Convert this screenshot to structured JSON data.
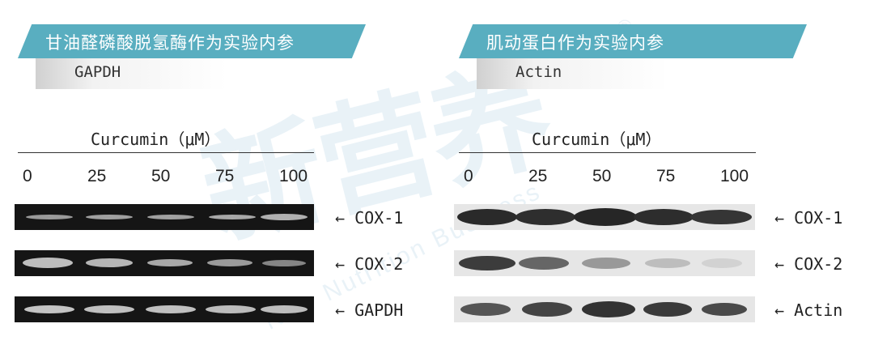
{
  "left": {
    "title": "甘油醛磷酸脱氢酶作为实验内参",
    "control": "GAPDH",
    "axis_label": "Curcumin（μM）",
    "concentrations": [
      "0",
      "25",
      "50",
      "75",
      "100"
    ],
    "row_labels": [
      "← COX-1",
      "← COX-2",
      "← GAPDH"
    ]
  },
  "right": {
    "title": "肌动蛋白作为实验内参",
    "control": "Actin",
    "axis_label": "Curcumin（μM）",
    "concentrations": [
      "0",
      "25",
      "50",
      "75",
      "100"
    ],
    "row_labels": [
      "← COX-1",
      "← COX-2",
      "← Actin"
    ]
  },
  "watermark": {
    "main": "新营养",
    "sub": "New Nutrition Business",
    "mark": "®"
  },
  "colors": {
    "banner": "#59aec0",
    "gel_dark": "#151515",
    "gel_light": "#e6e6e6"
  }
}
